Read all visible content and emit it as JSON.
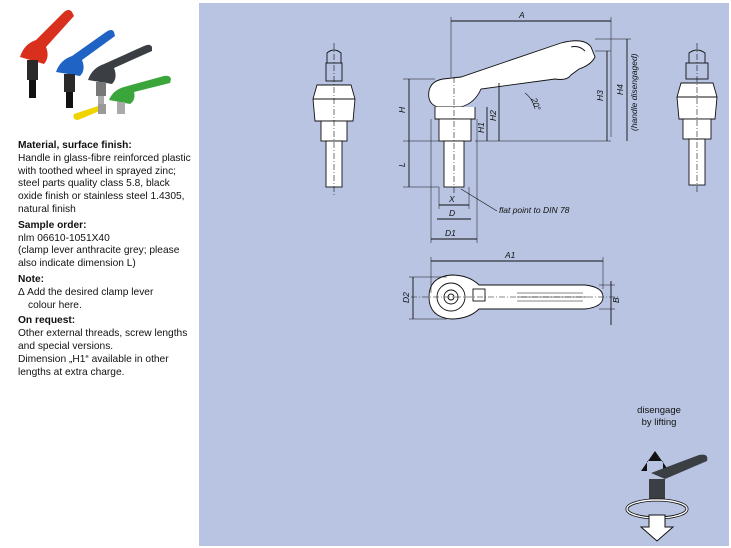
{
  "sidebar": {
    "material_heading": "Material, surface finish:",
    "material_lines": [
      "Handle in glass-fibre reinforced plastic",
      "with toothed wheel in sprayed zinc;",
      "steel parts quality class 5.8, black",
      "oxide finish or stainless steel 1.4305,",
      "natural finish"
    ],
    "sample_heading": "Sample order:",
    "sample_lines": [
      "nlm 06610-1051X40",
      "(clamp lever anthracite grey; please",
      "also indicate dimension L)"
    ],
    "note_heading": "Note:",
    "note_line1": "Δ Add the desired clamp lever",
    "note_line2": "colour here.",
    "request_heading": "On request:",
    "request_lines": [
      "Other external threads, screw lengths",
      "and special versions.",
      "Dimension „H1“ available in other",
      "lengths at extra charge."
    ]
  },
  "drawing": {
    "dims": {
      "A": "A",
      "A1": "A1",
      "H": "H",
      "H1": "H1",
      "H2": "H2",
      "H3": "H3",
      "H4": "H4",
      "H4_note": "(handle disengaged)",
      "L": "L",
      "X": "X",
      "D": "D",
      "D1": "D1",
      "D2": "D2",
      "B": "B",
      "angle": "20°"
    },
    "flat_point": "flat point to DIN 78",
    "caption_line1": "disengage",
    "caption_line2": "by lifting"
  },
  "colors": {
    "panel_bg": "#b8c4e2",
    "lever_red": "#d8301c",
    "lever_blue": "#1f63c4",
    "lever_anthracite": "#3b3f44",
    "lever_green": "#3aa53a",
    "lever_yellow": "#f0d400"
  }
}
